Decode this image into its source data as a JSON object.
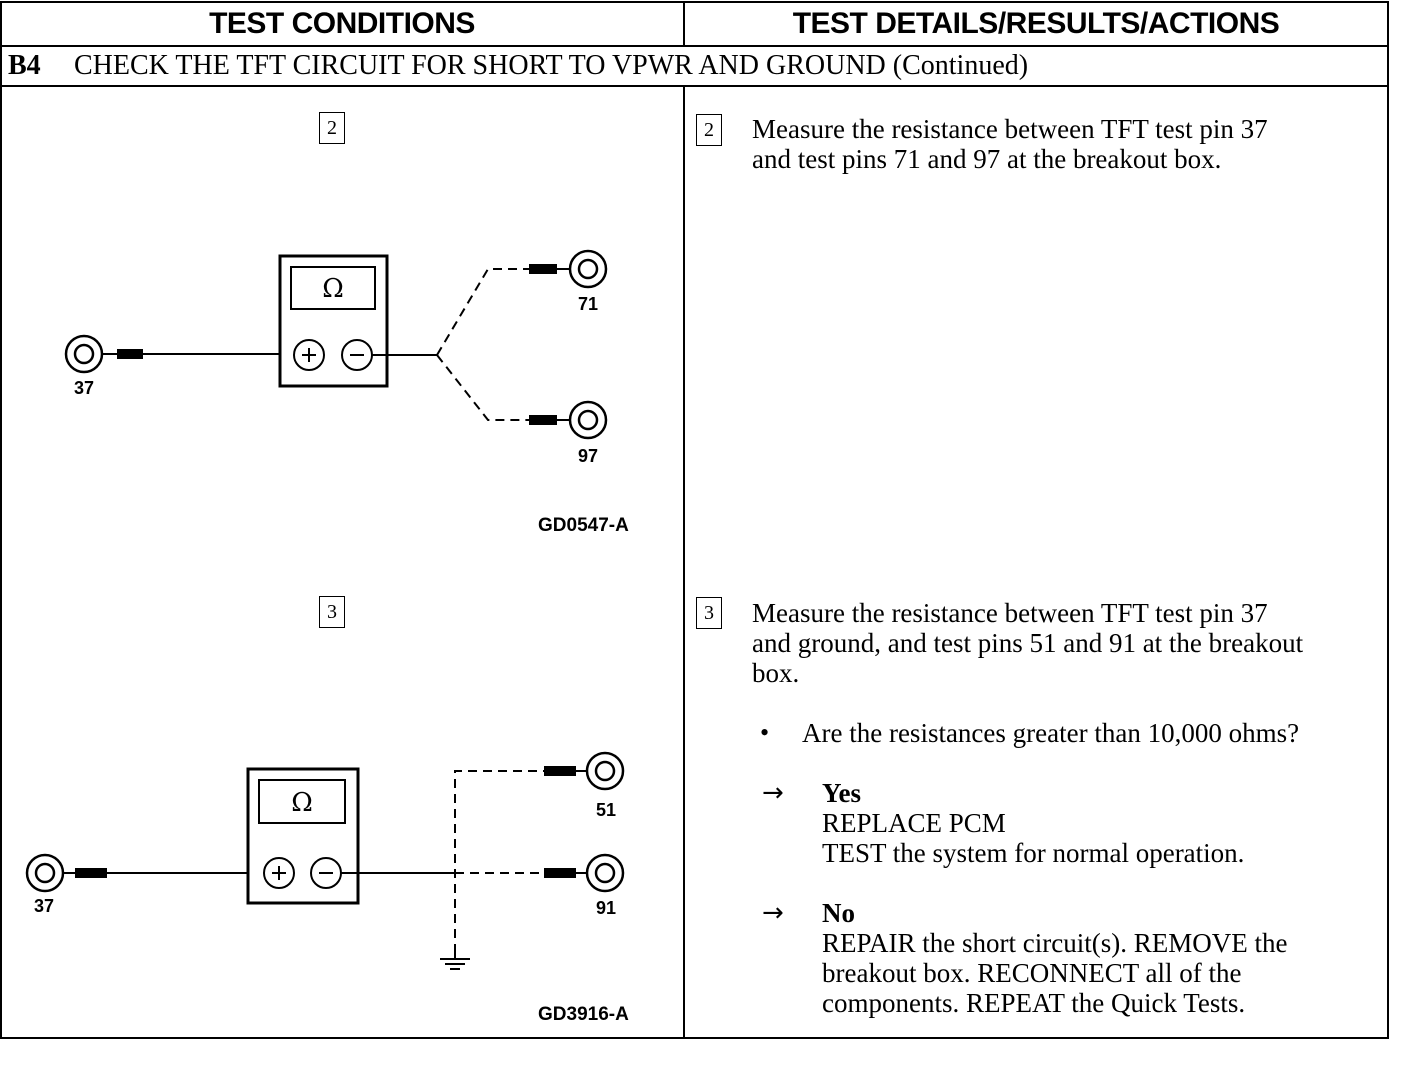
{
  "header": {
    "left": "TEST CONDITIONS",
    "right": "TEST DETAILS/RESULTS/ACTIONS"
  },
  "section": {
    "id": "B4",
    "title": "CHECK THE TFT CIRCUIT FOR SHORT TO VPWR AND GROUND (Continued)"
  },
  "steps": [
    {
      "number": "2",
      "text": [
        "Measure the resistance between TFT test pin 37",
        "and test pins 71 and 97 at the breakout box."
      ],
      "diagram": {
        "meter_symbol": "Ω",
        "pins": [
          "37",
          "71",
          "97"
        ],
        "code": "GD0547-A"
      }
    },
    {
      "number": "3",
      "text": [
        "Measure the resistance between TFT test pin 37",
        "and ground, and test pins 51 and 91 at the breakout",
        "box."
      ],
      "question": "Are the resistances greater than 10,000 ohms?",
      "yes": {
        "label": "Yes",
        "lines": [
          "REPLACE PCM",
          "TEST the system for normal operation."
        ]
      },
      "no": {
        "label": "No",
        "lines": [
          "REPAIR the short circuit(s). REMOVE the",
          "breakout box. RECONNECT all of the",
          "components. REPEAT the Quick Tests."
        ]
      },
      "diagram": {
        "meter_symbol": "Ω",
        "pins": [
          "37",
          "51",
          "91"
        ],
        "code": "GD3916-A"
      }
    }
  ]
}
